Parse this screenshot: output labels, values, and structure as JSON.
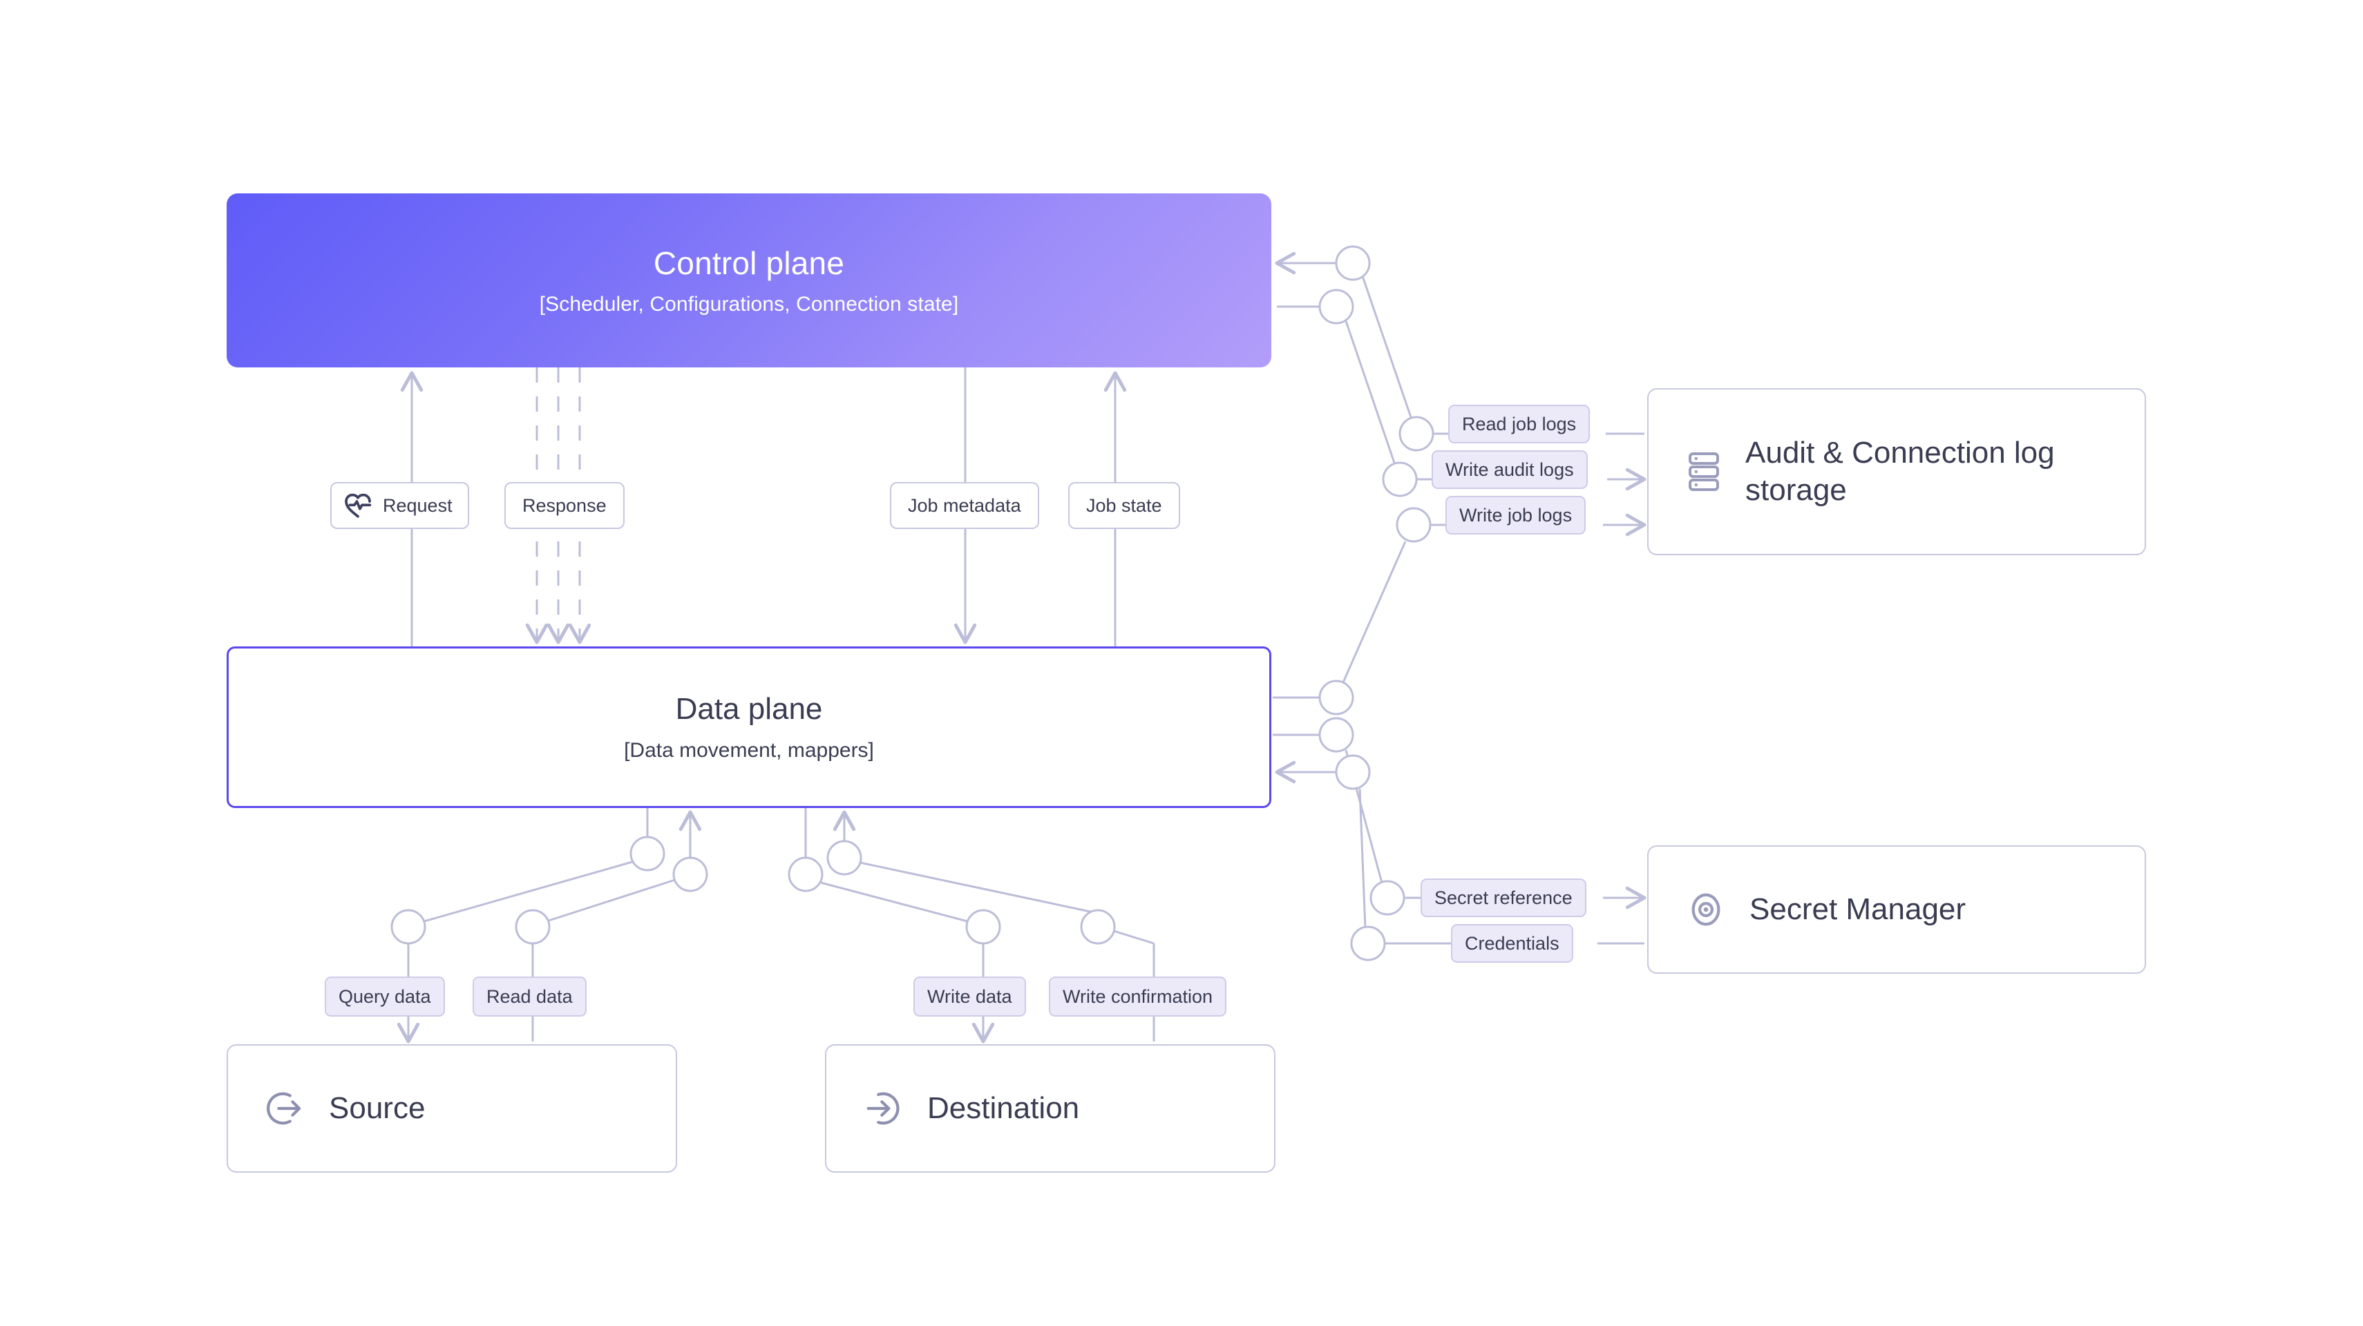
{
  "diagram": {
    "title": "Data pipeline control plane / data plane architecture",
    "colors": {
      "control_plane_gradient_start": "#5f5cf8",
      "control_plane_gradient_end": "#b29df9",
      "data_plane_border": "#5b49f0",
      "box_border": "#c7c8e0",
      "wire": "#bcbdd8",
      "pill_lavender_fill": "#eceaf8",
      "pill_lavender_border": "#cdcbe8",
      "text_dark": "#3a3c52",
      "text_on_gradient": "#ffffff",
      "background": "#ffffff"
    }
  },
  "nodes": {
    "control_plane": {
      "title": "Control plane",
      "subtitle": "[Scheduler, Configurations, Connection state]"
    },
    "data_plane": {
      "title": "Data plane",
      "subtitle": "[Data movement, mappers]"
    },
    "audit_storage": {
      "label": "Audit & Connection log storage",
      "icon": "database-stack-icon"
    },
    "secret_manager": {
      "label": "Secret Manager",
      "icon": "secret-eye-icon"
    },
    "source": {
      "label": "Source",
      "icon": "arrow-out-circle-icon"
    },
    "destination": {
      "label": "Destination",
      "icon": "arrow-in-circle-icon"
    }
  },
  "edge_labels": {
    "request": {
      "text": "Request",
      "icon": "heart-pulse-icon",
      "style": "white",
      "direction": "data-plane-to-control-plane"
    },
    "response": {
      "text": "Response",
      "style": "white",
      "direction": "control-plane-to-data-plane",
      "line": "dashed"
    },
    "job_metadata": {
      "text": "Job metadata",
      "style": "white",
      "direction": "control-plane-to-data-plane"
    },
    "job_state": {
      "text": "Job state",
      "style": "white",
      "direction": "data-plane-to-control-plane"
    },
    "read_job_logs": {
      "text": "Read job logs",
      "style": "lavender",
      "direction": "audit-to-control-plane"
    },
    "write_audit_logs": {
      "text": "Write audit logs",
      "style": "lavender",
      "direction": "control-plane-to-audit"
    },
    "write_job_logs": {
      "text": "Write job logs",
      "style": "lavender",
      "direction": "data-plane-to-audit"
    },
    "secret_reference": {
      "text": "Secret reference",
      "style": "lavender",
      "direction": "data-plane-to-secret-manager"
    },
    "credentials": {
      "text": "Credentials",
      "style": "lavender",
      "direction": "secret-manager-to-data-plane"
    },
    "query_data": {
      "text": "Query data",
      "style": "lavender",
      "direction": "data-plane-to-source"
    },
    "read_data": {
      "text": "Read data",
      "style": "lavender",
      "direction": "source-to-data-plane"
    },
    "write_data": {
      "text": "Write data",
      "style": "lavender",
      "direction": "data-plane-to-destination"
    },
    "write_confirmation": {
      "text": "Write confirmation",
      "style": "lavender",
      "direction": "destination-to-data-plane"
    }
  }
}
